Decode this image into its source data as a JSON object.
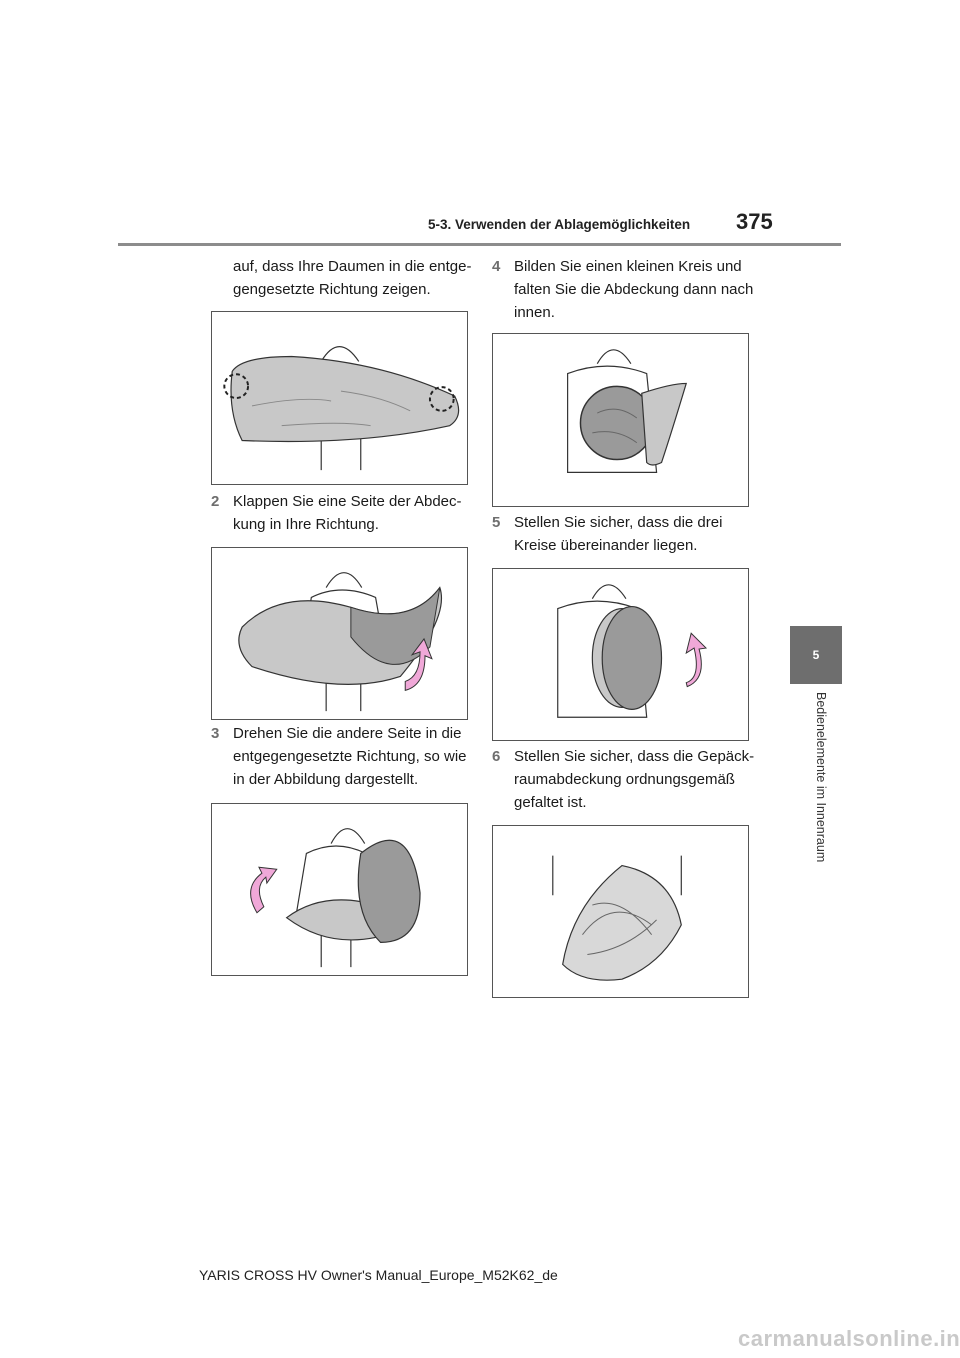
{
  "header": {
    "section_title": "5-3. Verwenden der Ablagemöglichkeiten",
    "page_number": "375"
  },
  "side_tab": {
    "chapter_number": "5",
    "chapter_label": "Bedienelemente im Innenraum"
  },
  "intro": {
    "line1": "auf, dass Ihre Daumen in die entge-",
    "line2": "gengesetzte Richtung zeigen."
  },
  "steps": [
    {
      "num": "2",
      "line1": "Klappen Sie eine Seite der Abdec-",
      "line2": "kung in Ihre Richtung.",
      "line3": ""
    },
    {
      "num": "3",
      "line1": "Drehen Sie die andere Seite in die",
      "line2": "entgegengesetzte Richtung, so wie",
      "line3": "in der Abbildung dargestellt."
    },
    {
      "num": "4",
      "line1": "Bilden Sie einen kleinen Kreis und",
      "line2": "falten Sie die Abdeckung dann nach",
      "line3": "innen."
    },
    {
      "num": "5",
      "line1": "Stellen Sie sicher, dass die drei",
      "line2": "Kreise übereinander liegen.",
      "line3": ""
    },
    {
      "num": "6",
      "line1": "Stellen Sie sicher, dass die Gepäck-",
      "line2": "raumabdeckung ordnungsgemäß",
      "line3": "gefaltet ist."
    }
  ],
  "footer": {
    "manual_name": "YARIS CROSS HV Owner's Manual_Europe_M52K62_de"
  },
  "watermark": "carmanualsonline.info",
  "colors": {
    "cover_fill": "#c8c8c8",
    "cover_dark": "#9a9a9a",
    "arrow_pink": "#f0a8d8",
    "tab_gray": "#6e6e6e"
  }
}
